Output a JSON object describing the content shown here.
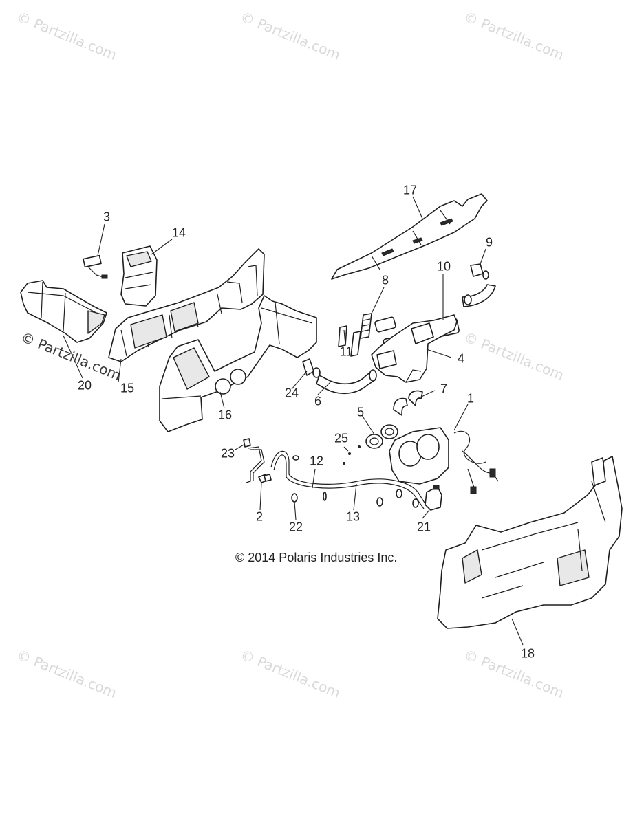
{
  "watermarks": [
    "© Partzilla.com",
    "© Partzilla.com",
    "© Partzilla.com",
    "© Partzilla.com",
    "© Partzilla.com",
    "© Partzilla.com",
    "© Partzilla.com"
  ],
  "dark_watermark": "© Partzilla.com",
  "copyright": "© 2014 Polaris Industries Inc.",
  "callouts": {
    "c1": "1",
    "c2": "2",
    "c3": "3",
    "c4": "4",
    "c5": "5",
    "c6": "6",
    "c7": "7",
    "c8": "8",
    "c9": "9",
    "c10": "10",
    "c11": "11",
    "c12": "12",
    "c13": "13",
    "c14": "14",
    "c15": "15",
    "c16": "16",
    "c17": "17",
    "c18": "18",
    "c20": "20",
    "c21": "21",
    "c22": "22",
    "c23": "23",
    "c24": "24",
    "c25": "25"
  },
  "colors": {
    "line": "#1e1e1e",
    "watermark": "#d9d9d9",
    "background": "#ffffff"
  }
}
